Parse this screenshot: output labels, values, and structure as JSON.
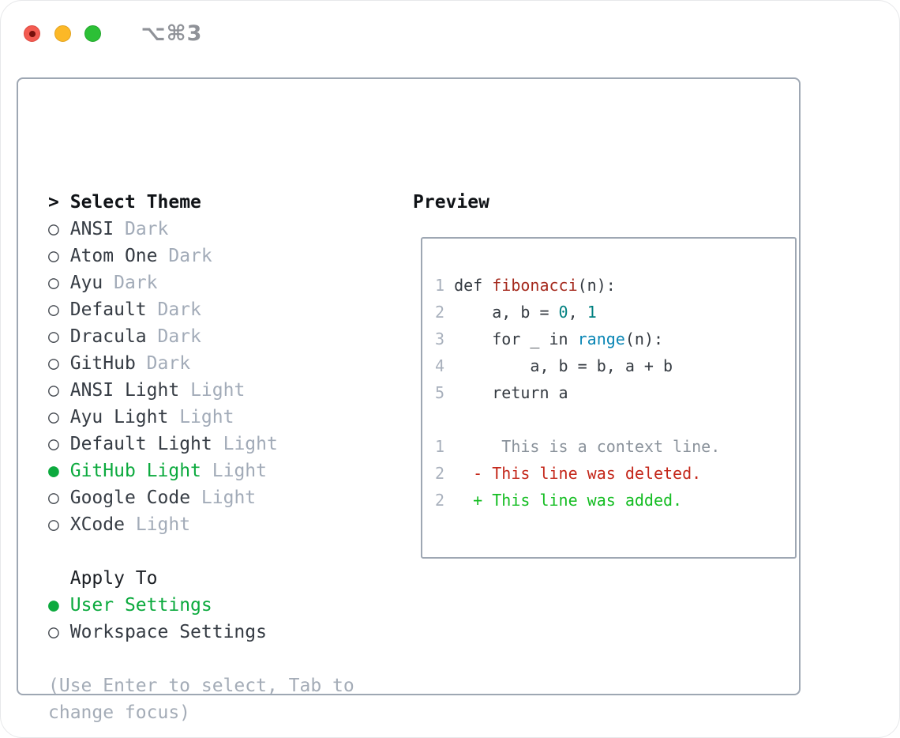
{
  "window": {
    "title_shortcut": "⌥⌘3",
    "traffic_lights": [
      "close",
      "minimize",
      "zoom"
    ]
  },
  "theme_panel": {
    "header": {
      "prompt": ">",
      "label": "Select Theme"
    },
    "unselected_marker": "○",
    "selected_marker": "●",
    "items": [
      {
        "name": "ANSI",
        "variant": "Dark",
        "selected": false
      },
      {
        "name": "Atom One",
        "variant": "Dark",
        "selected": false
      },
      {
        "name": "Ayu",
        "variant": "Dark",
        "selected": false
      },
      {
        "name": "Default",
        "variant": "Dark",
        "selected": false
      },
      {
        "name": "Dracula",
        "variant": "Dark",
        "selected": false
      },
      {
        "name": "GitHub",
        "variant": "Dark",
        "selected": false
      },
      {
        "name": "ANSI Light",
        "variant": "Light",
        "selected": false
      },
      {
        "name": "Ayu Light",
        "variant": "Light",
        "selected": false
      },
      {
        "name": "Default Light",
        "variant": "Light",
        "selected": false
      },
      {
        "name": "GitHub Light",
        "variant": "Light",
        "selected": true
      },
      {
        "name": "Google Code",
        "variant": "Light",
        "selected": false
      },
      {
        "name": "XCode",
        "variant": "Light",
        "selected": false
      }
    ]
  },
  "apply_to": {
    "header": "Apply To",
    "options": [
      {
        "label": "User Settings",
        "selected": true
      },
      {
        "label": "Workspace Settings",
        "selected": false
      }
    ]
  },
  "hint_lines": [
    "(Use Enter to select, Tab to",
    "change focus)"
  ],
  "preview": {
    "header": "Preview",
    "code_lines": [
      {
        "num": "1",
        "tokens": [
          {
            "text": "def ",
            "style": "code"
          },
          {
            "text": "fibonacci",
            "style": "title"
          },
          {
            "text": "(n):",
            "style": "code"
          }
        ]
      },
      {
        "num": "2",
        "tokens": [
          {
            "text": "    a, b = ",
            "style": "code"
          },
          {
            "text": "0",
            "style": "number"
          },
          {
            "text": ", ",
            "style": "code"
          },
          {
            "text": "1",
            "style": "number"
          }
        ]
      },
      {
        "num": "3",
        "tokens": [
          {
            "text": "    for _ in ",
            "style": "code"
          },
          {
            "text": "range",
            "style": "builtin"
          },
          {
            "text": "(n):",
            "style": "code"
          }
        ]
      },
      {
        "num": "4",
        "tokens": [
          {
            "text": "        a, b = b, a + b",
            "style": "code"
          }
        ]
      },
      {
        "num": "5",
        "tokens": [
          {
            "text": "    return a",
            "style": "code"
          }
        ]
      },
      {
        "num": "",
        "tokens": []
      },
      {
        "num": "1",
        "tokens": [
          {
            "text": "     This is a context line.",
            "style": "context"
          }
        ]
      },
      {
        "num": "2",
        "tokens": [
          {
            "text": "  - This line was deleted.",
            "style": "deleted"
          }
        ]
      },
      {
        "num": "2",
        "tokens": [
          {
            "text": "  + This line was added.",
            "style": "added"
          }
        ]
      }
    ]
  },
  "colors": {
    "selection_green": "#0caa3e",
    "added_green": "#14bd22",
    "deleted_red": "#c4271a",
    "function_red": "#a52a1e",
    "number_teal": "#008080",
    "builtin_blue": "#0a86b5",
    "muted_gray": "#a2abb8",
    "border_gray": "#9ea7b3"
  }
}
